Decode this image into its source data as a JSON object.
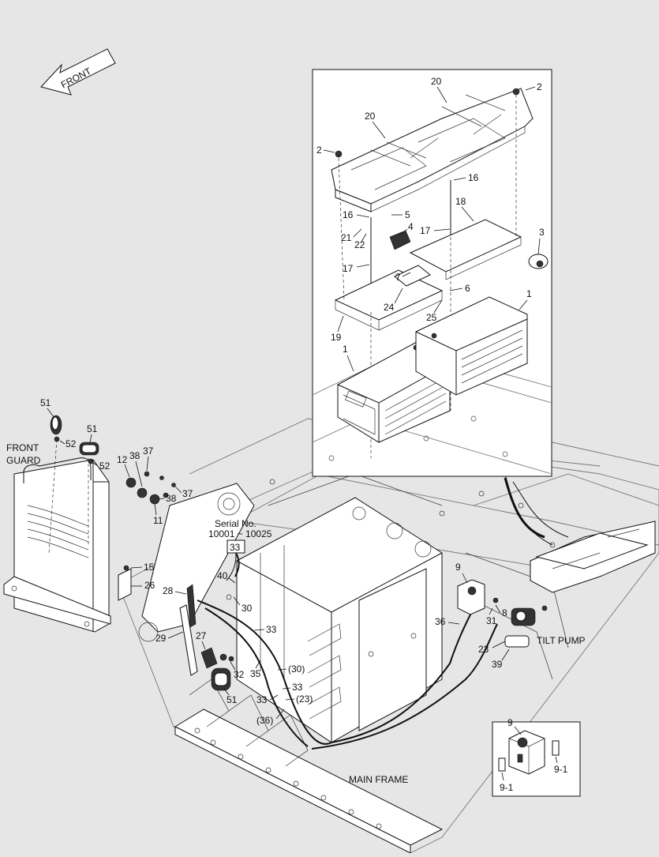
{
  "labels": {
    "front_arrow": "FRONT",
    "front_guard": [
      "FRONT",
      "GUARD"
    ],
    "serial": [
      "Serial No.",
      "10001 ~ 10025"
    ],
    "serial_part": "33",
    "tilt_pump": "TILT PUMP",
    "main_frame": "MAIN FRAME"
  },
  "callouts": {
    "c20a": "20",
    "c20b": "20",
    "c2a": "2",
    "c2b": "2",
    "c16a": "16",
    "c16b": "16",
    "c18": "18",
    "c5": "5",
    "c4": "4",
    "c21": "21",
    "c22": "22",
    "c17a": "17",
    "c17b": "17",
    "c3": "3",
    "c7": "7",
    "c6": "6",
    "c24": "24",
    "c25": "25",
    "c19": "19",
    "c1a": "1",
    "c1b": "1",
    "c51a": "51",
    "c51b": "51",
    "c51c": "51",
    "c52a": "52",
    "c52b": "52",
    "c12": "12",
    "c38a": "38",
    "c38b": "38",
    "c37a": "37",
    "c37b": "37",
    "c11": "11",
    "c15": "15",
    "c26": "26",
    "c28": "28",
    "c29": "29",
    "c27": "27",
    "c32": "32",
    "c40": "40",
    "c30": "30",
    "c33a": "33",
    "c33b": "33",
    "c33c": "33",
    "c35": "35",
    "c30p": "(30)",
    "c23p": "(23)",
    "c36p": "(36)",
    "c9": "9",
    "c36": "36",
    "c31": "31",
    "c8": "8",
    "c23": "23",
    "c39": "39",
    "c9b": "9",
    "c91a": "9-1",
    "c91b": "9-1"
  }
}
